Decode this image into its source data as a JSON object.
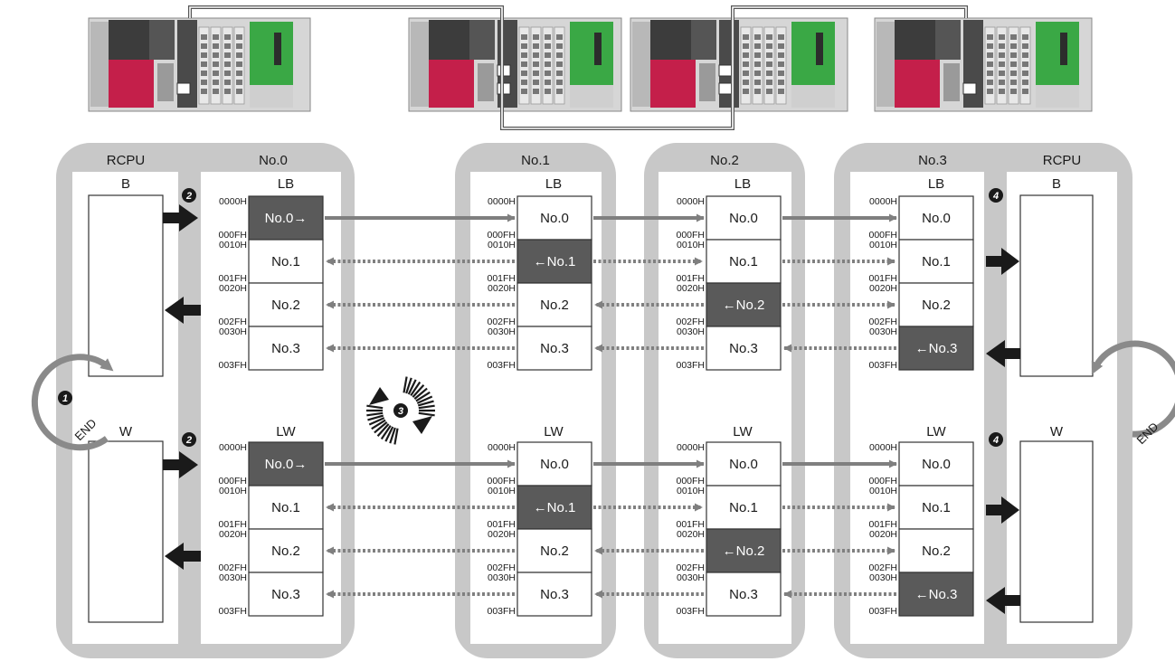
{
  "labels": {
    "rcpu": "RCPU",
    "b": "B",
    "w": "W",
    "lb": "LB",
    "lw": "LW",
    "end": "END"
  },
  "stations": [
    "No.0",
    "No.1",
    "No.2",
    "No.3"
  ],
  "addresses": [
    "0000H",
    "000FH",
    "0010H",
    "001FH",
    "0020H",
    "002FH",
    "0030H",
    "003FH"
  ],
  "cells": {
    "s0": [
      "No.0→",
      "No.1",
      "No.2",
      "No.3"
    ],
    "s1": [
      "No.0",
      "←No.1",
      "No.2",
      "No.3"
    ],
    "s2": [
      "No.0",
      "No.1",
      "←No.2",
      "No.3"
    ],
    "s3": [
      "No.0",
      "No.1",
      "No.2",
      "←No.3"
    ]
  },
  "steps": [
    "1",
    "2",
    "3",
    "4"
  ],
  "colors": {
    "panel": "#c8c8c8",
    "highlight": "#5a5a5a",
    "arrow_line": "#7f7f7f",
    "arrow_black": "#1a1a1a",
    "module_red": "#c41f4a",
    "module_green": "#3aa845"
  }
}
